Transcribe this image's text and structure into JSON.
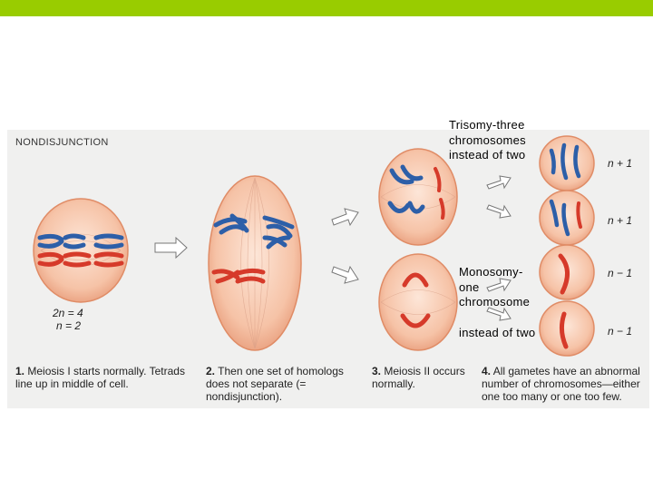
{
  "figure_title": "NONDISJUNCTION",
  "steps": [
    {
      "number": "1.",
      "text": "Meiosis I starts normally. Tetrads line up in middle of cell."
    },
    {
      "number": "2.",
      "text": "Then one set of homologs does not separate (= nondisjunction)."
    },
    {
      "number": "3.",
      "text": "Meiosis II occurs normally."
    },
    {
      "number": "4.",
      "text": "All gametes have an abnormal number of chromosomes—either one too many or one too few."
    }
  ],
  "ploidy": {
    "diploid": "2n = 4",
    "haploid": "n = 2"
  },
  "gamete_labels": [
    "n + 1",
    "n + 1",
    "n − 1",
    "n − 1"
  ],
  "annotations": {
    "trisomy": [
      "Trisomy-three",
      "chromosomes",
      "instead of two"
    ],
    "monosomy": [
      "Monosomy-",
      "one",
      "chromosome"
    ],
    "monosomy_tail": "instead of two"
  },
  "colors": {
    "accent_bar": "#99cc00",
    "maternal": "#d63a2a",
    "paternal": "#2d5fa8",
    "cell": "#f4b79a"
  }
}
